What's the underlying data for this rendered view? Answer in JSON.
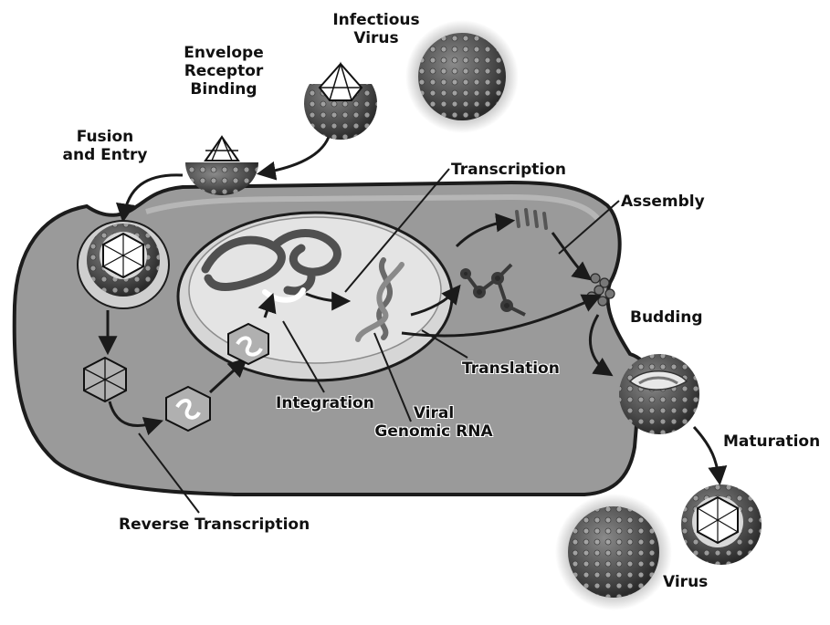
{
  "labels": {
    "infectious_virus": [
      "Infectious",
      "Virus"
    ],
    "envelope_receptor_binding": [
      "Envelope",
      "Receptor",
      "Binding"
    ],
    "fusion_and_entry": [
      "Fusion",
      "and Entry"
    ],
    "transcription": "Transcription",
    "assembly": "Assembly",
    "budding": "Budding",
    "translation": "Translation",
    "integration": "Integration",
    "viral_genomic_rna": [
      "Viral",
      "Genomic RNA"
    ],
    "maturation": "Maturation",
    "reverse_transcription": "Reverse Transcription",
    "virus": "Virus"
  },
  "colors": {
    "cell_fill": "#9a9a9a",
    "cell_stroke": "#1c1c1c",
    "nucleus_fill": "#d6d6d6",
    "virion_fill": "#5a5a5a",
    "virion_dot": "#a8a8a8",
    "text": "#111111"
  }
}
